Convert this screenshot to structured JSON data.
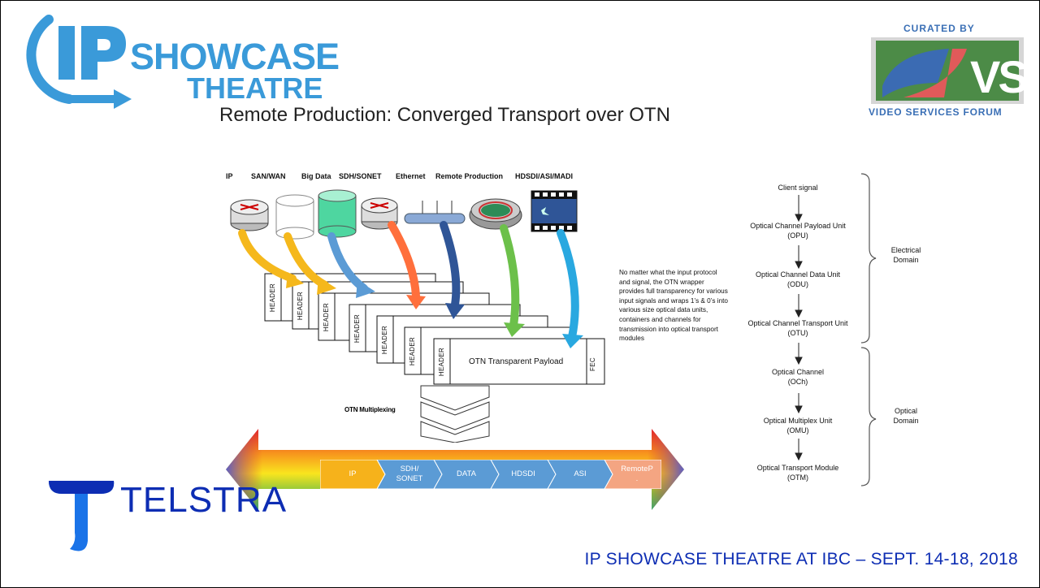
{
  "slide": {
    "title": "Remote Production: Converged Transport over OTN",
    "footer": "IP SHOWCASE THEATRE AT IBC – SEPT. 14-18, 2018"
  },
  "logos": {
    "ip_showcase": {
      "line1": "SHOWCASE",
      "line2": "THEATRE",
      "mark": "IP"
    },
    "vsf": {
      "curated_by": "CURATED BY",
      "mark": "VSF",
      "subtitle": "VIDEO SERVICES FORUM"
    },
    "telstra": {
      "name": "TELSTRA"
    }
  },
  "diagram": {
    "inputs": [
      "IP",
      "SAN/WAN",
      "Big Data",
      "SDH/SONET",
      "Ethernet",
      "Remote Production",
      "HDSDI/ASI/MADI"
    ],
    "header_label": "HEADER",
    "payload_label": "OTN Transparent Payload",
    "fec_label": "FEC",
    "multiplexing_label": "OTN Multiplexing",
    "note": "No matter what the input protocol and signal, the OTN wrapper provides full transparency for various input signals and wraps 1’s & 0’s into various size optical data units, containers and channels for transmission into optical transport modules",
    "arrow_segments": [
      {
        "label": "IP",
        "color": "#f6b21b"
      },
      {
        "label": "SDH/\nSONET",
        "color": "#5b9bd5"
      },
      {
        "label": "DATA",
        "color": "#5b9bd5"
      },
      {
        "label": "HDSDI",
        "color": "#5b9bd5"
      },
      {
        "label": "ASI",
        "color": "#5b9bd5"
      },
      {
        "label": "RemoteP\n.",
        "color": "#f4a582"
      }
    ]
  },
  "otn_stack": {
    "layers": [
      {
        "line1": "Client signal",
        "line2": ""
      },
      {
        "line1": "Optical Channel Payload Unit",
        "line2": "(OPU)"
      },
      {
        "line1": "Optical Channel Data Unit",
        "line2": "(ODU)"
      },
      {
        "line1": "Optical Channel Transport Unit",
        "line2": "(OTU)"
      },
      {
        "line1": "Optical Channel",
        "line2": "(OCh)"
      },
      {
        "line1": "Optical Multiplex Unit",
        "line2": "(OMU)"
      },
      {
        "line1": "Optical Transport Module",
        "line2": "(OTM)"
      }
    ],
    "domains": [
      {
        "line1": "Electrical",
        "line2": "Domain"
      },
      {
        "line1": "Optical",
        "line2": "Domain"
      }
    ]
  }
}
